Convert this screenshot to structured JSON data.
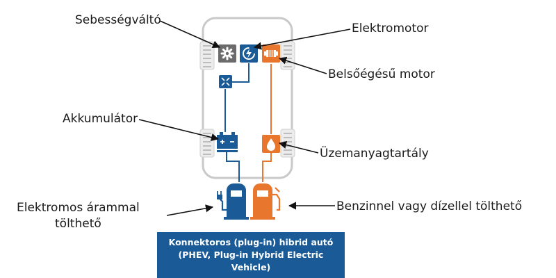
{
  "labels": {
    "gearbox": "Sebességváltó",
    "electric_motor": "Elektromotor",
    "combustion_engine": "Belsőégésű motor",
    "battery": "Akkumulátor",
    "fuel_tank": "Üzemanyagtartály",
    "electric_charge_line1": "Elektromos árammal",
    "electric_charge_line2": "tölthető",
    "fuel_charge": "Benzinnel vagy dízellel tölthető"
  },
  "caption": {
    "line1": "Konnektoros (plug-in) hibrid autó",
    "line2": "(PHEV, Plug-in Hybrid Electric",
    "line3": "Vehicle)"
  },
  "colors": {
    "electric": "#1a5b97",
    "fuel": "#e8762c",
    "gearbox": "#6b6b6b",
    "caption_bg": "#1a5b97",
    "chassis": "#c9c9c9"
  },
  "icons": {
    "gearbox": "gear-icon",
    "electric_motor": "electric-motor-icon",
    "combustion_engine": "engine-icon",
    "inverter": "inverter-icon",
    "battery": "battery-icon",
    "fuel_tank": "fuel-drop-icon",
    "electric_station": "charging-station-icon",
    "fuel_station": "fuel-pump-icon"
  }
}
